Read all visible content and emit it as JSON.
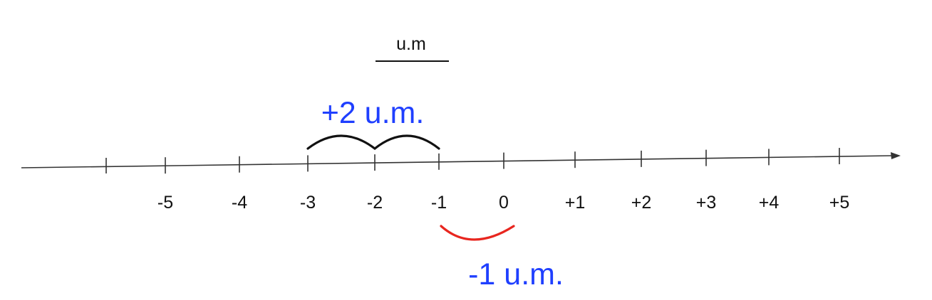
{
  "unit_label": "u.m",
  "tick_labels": [
    "-5",
    "-4",
    "-3",
    "-2",
    "-1",
    "0",
    "+1",
    "+2",
    "+3",
    "+4",
    "+5"
  ],
  "forward_hop": {
    "label": "+2 u.m.",
    "from": -3,
    "to": -1,
    "steps": 2,
    "color": "#111111",
    "label_color": "#1f3fff"
  },
  "backward_hop": {
    "label": "-1 u.m.",
    "from": 0,
    "to": -1,
    "steps": 1,
    "color": "#e8261f",
    "label_color": "#1f3fff"
  },
  "colors": {
    "axis": "#333333",
    "text": "#111111",
    "annotation": "#1f3fff"
  }
}
